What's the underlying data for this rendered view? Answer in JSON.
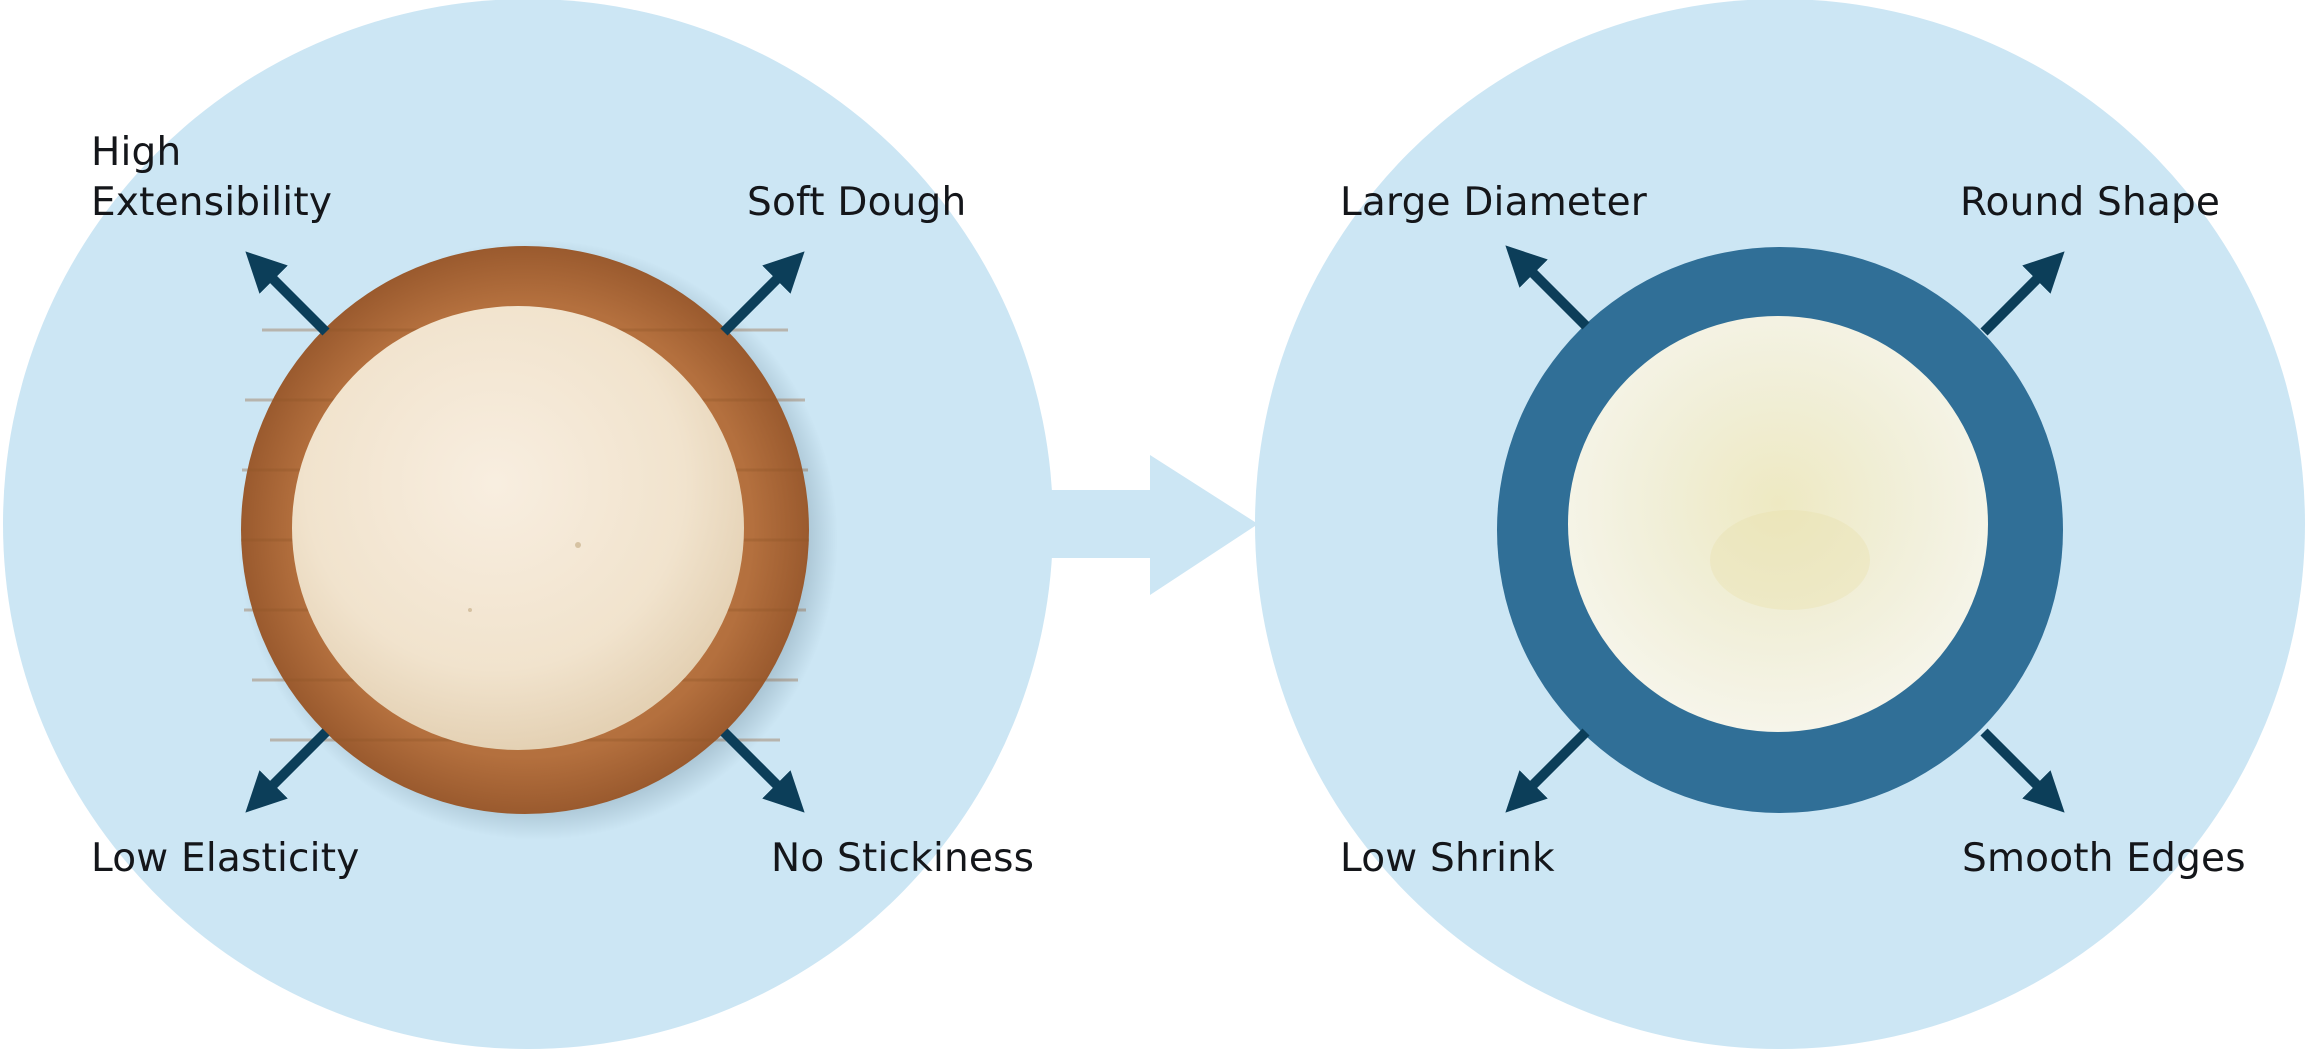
{
  "colors": {
    "background_circle": "#cce6f4",
    "arrow": "#0c3e59",
    "ring": "#306f97",
    "board": "#b4703e",
    "dough": "#f3e6d2",
    "pizza_base": "#f2f0da"
  },
  "before": {
    "image": "dough-ball-on-wooden-board",
    "labels": {
      "top_left_line1": "High",
      "top_left_line2": "Extensibility",
      "top_right": "Soft Dough",
      "bottom_left": "Low Elasticity",
      "bottom_right": "No Stickiness"
    }
  },
  "after": {
    "image": "flattened-pizza-base",
    "labels": {
      "top_left": "Large Diameter",
      "top_right": "Round Shape",
      "bottom_left": "Low Shrink",
      "bottom_right": "Smooth Edges"
    }
  }
}
